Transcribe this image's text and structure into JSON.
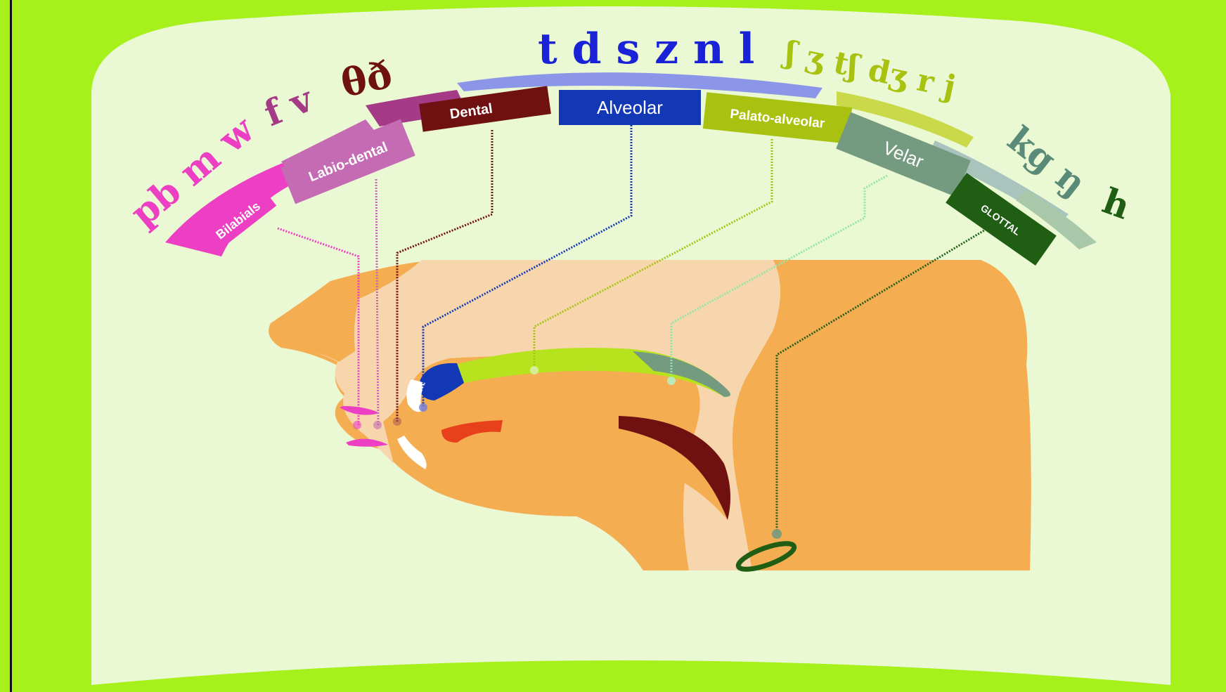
{
  "colors": {
    "frame": "#a6f01c",
    "panel": "#eaf9d3",
    "head": "#f5ad52",
    "head_light": "#f7d6ad",
    "bilabial": "#ec3fc4",
    "labiodental": "#c46bb3",
    "dental": "#6f1111",
    "alveolar": "#1238b5",
    "palatoalveolar": "#a9c212",
    "velar": "#749a80",
    "glottal": "#1f5e13",
    "alveolar_symbols": "#1a22d8",
    "velar_symbols": "#5a8a78"
  },
  "places": [
    {
      "id": "bilabial",
      "label": "Bilabials",
      "symbols": "pb m w"
    },
    {
      "id": "labiodental",
      "label": "Labio-dental",
      "symbols": "f v"
    },
    {
      "id": "dental",
      "label": "Dental",
      "symbols": "θð"
    },
    {
      "id": "alveolar",
      "label": "Alveolar",
      "symbols": "t d s z n l"
    },
    {
      "id": "palatoalveolar",
      "label": "Palato-alveolar",
      "symbols": "ʃ ʒ tʃ dʒ r j"
    },
    {
      "id": "velar",
      "label": "Velar",
      "symbols": "kg ŋ"
    },
    {
      "id": "glottal",
      "label": "GLOTTAL",
      "symbols": "h"
    }
  ]
}
